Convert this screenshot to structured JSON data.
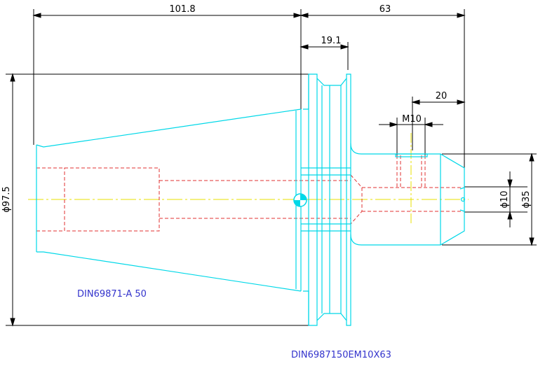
{
  "drawing": {
    "dimensions": {
      "overall_length": "101.8",
      "extension_length": "63",
      "flange_width": "19.1",
      "tip_length": "20",
      "thread_size": "M10",
      "bore_diameter": "ϕ10",
      "body_diameter": "ϕ35",
      "flange_diameter": "ϕ97.5"
    },
    "notes": {
      "taper_spec": "DIN69871-A 50",
      "part_number": "DIN6987150EM10X63"
    },
    "colors": {
      "outline": "#00d8e8",
      "hidden": "#e03030",
      "centerline": "#e8e000",
      "dimension": "#000000",
      "text": "#3333cc"
    }
  }
}
